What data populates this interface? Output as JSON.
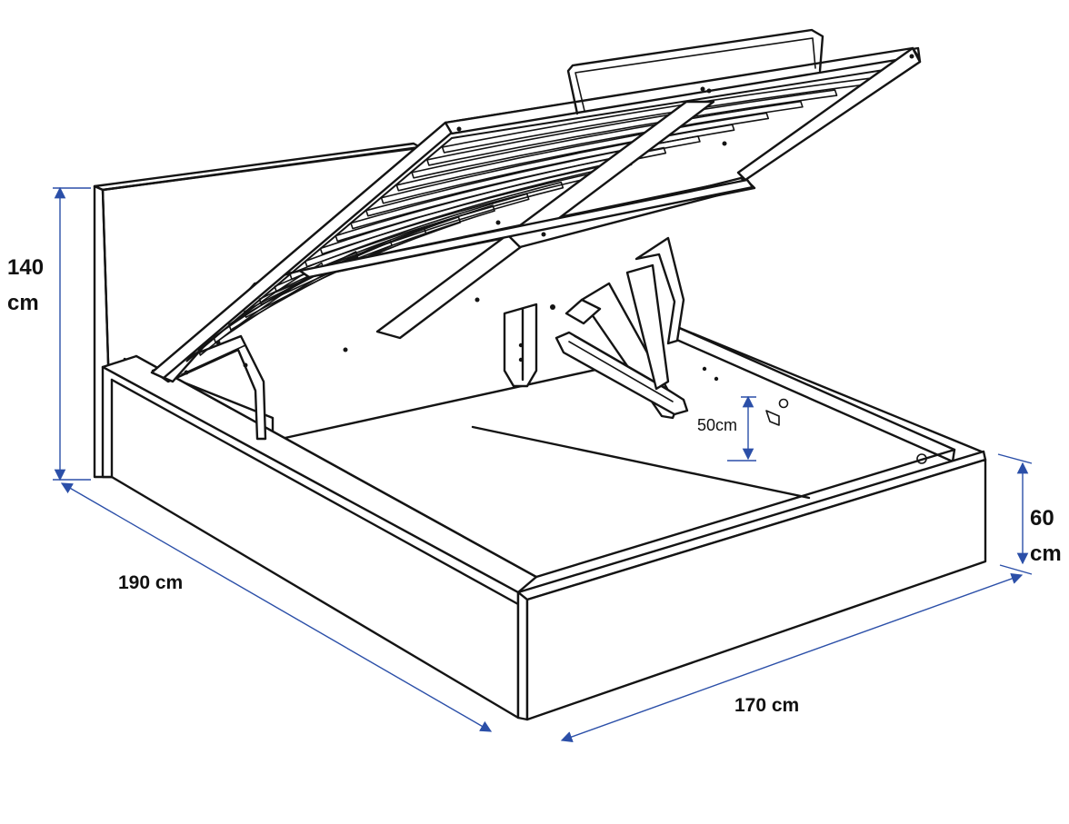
{
  "diagram": {
    "type": "dimensioned-line-drawing",
    "subject": "storage bed with lift-up slatted base",
    "accent_color": "#2b4fa8",
    "line_color": "#141414"
  },
  "dimensions": {
    "headboard_height": {
      "value": "140",
      "unit": "cm"
    },
    "length": {
      "label": "190 cm"
    },
    "width": {
      "label": "170 cm"
    },
    "frame_height": {
      "value": "60",
      "unit": "cm"
    },
    "storage_clearance": {
      "label": "50cm"
    }
  }
}
